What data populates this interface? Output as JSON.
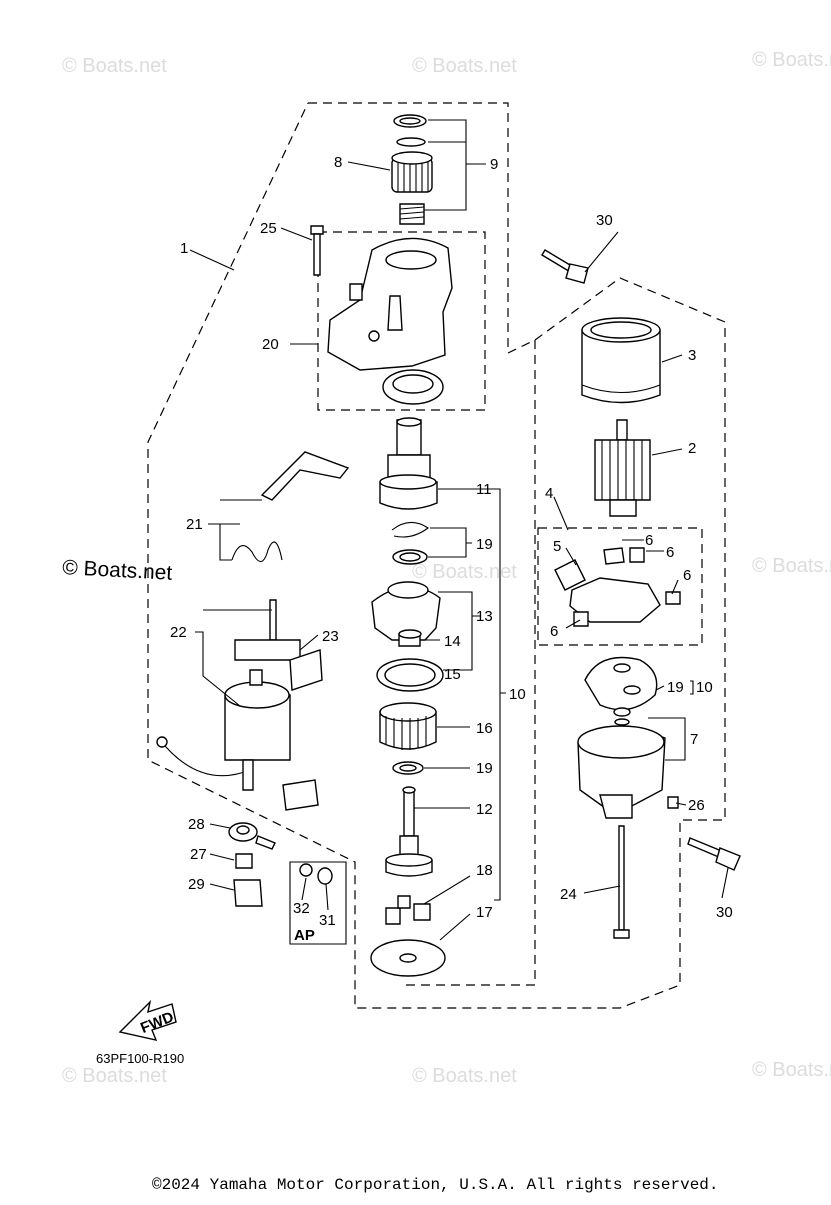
{
  "watermark": {
    "text": "© Boats.net",
    "dark_text": "© Boats.net"
  },
  "diagram_code": "63PF100-R190",
  "fwd_label": "FWD",
  "ap_label": "AP",
  "copyright": "©2024 Yamaha Motor Corporation, U.S.A. All rights reserved.",
  "labels": {
    "l1": "1",
    "l2": "2",
    "l3": "3",
    "l4": "4",
    "l5": "5",
    "l6a": "6",
    "l6b": "6",
    "l6c": "6",
    "l6d": "6",
    "l7": "7",
    "l8": "8",
    "l9": "9",
    "l10": "10",
    "l10b": "10",
    "l11": "11",
    "l12": "12",
    "l13": "13",
    "l14": "14",
    "l15": "15",
    "l16": "16",
    "l17": "17",
    "l18": "18",
    "l19a": "19",
    "l19b": "19",
    "l19c": "19",
    "l20": "20",
    "l21": "21",
    "l22": "22",
    "l23": "23",
    "l24": "24",
    "l25": "25",
    "l26": "26",
    "l27": "27",
    "l28": "28",
    "l29": "29",
    "l30a": "30",
    "l30b": "30",
    "l31": "31",
    "l32": "32"
  }
}
